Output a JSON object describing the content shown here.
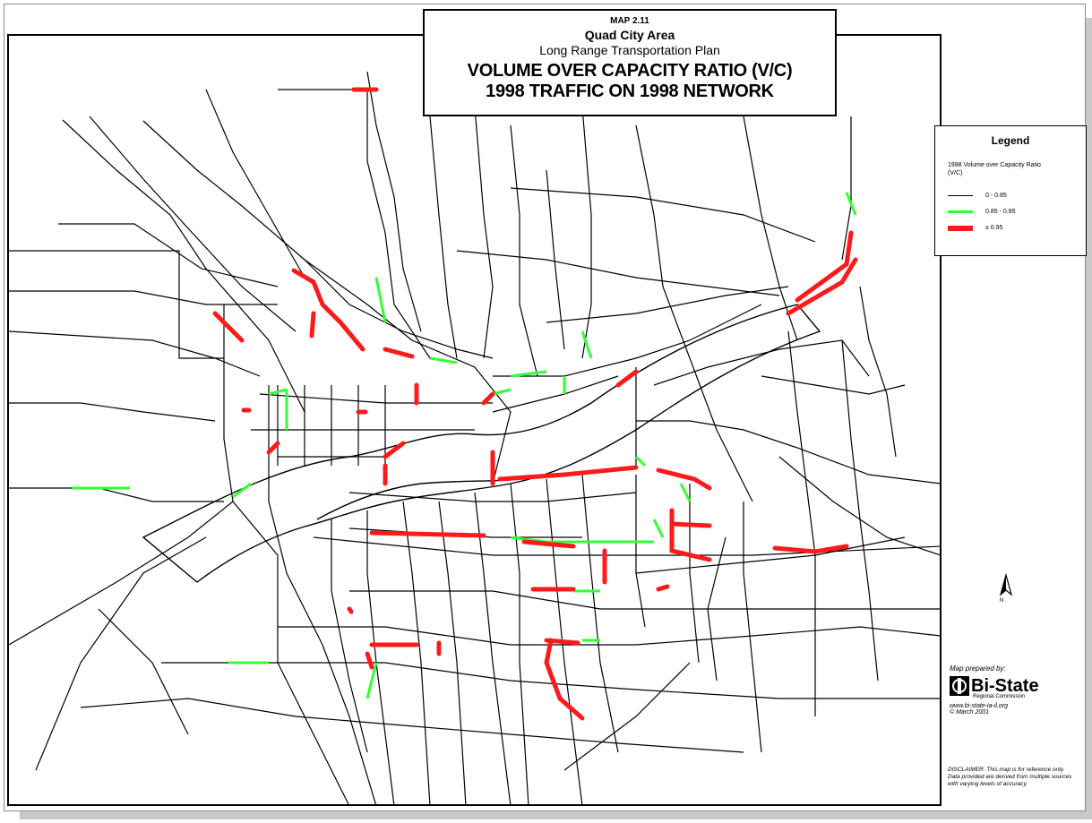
{
  "title": {
    "map_number": "MAP 2.11",
    "area": "Quad City Area",
    "plan": "Long Range Transportation Plan",
    "main": "VOLUME OVER CAPACITY RATIO (V/C)",
    "sub": "1998 TRAFFIC ON 1998 NETWORK"
  },
  "legend": {
    "title": "Legend",
    "description": "1998 Volume over Capacity Ratio (V/C)",
    "items": [
      {
        "label": "0 - 0.85",
        "color": "#000000",
        "weight": "thin"
      },
      {
        "label": "0.85 - 0.95",
        "color": "#33ff33",
        "weight": "medium"
      },
      {
        "label": "≥ 0.95",
        "color": "#ff1a1a",
        "weight": "thick"
      }
    ]
  },
  "north_arrow": {
    "icon": "north-arrow-icon",
    "label": "N"
  },
  "credits": {
    "prepared_by": "Map prepared by:",
    "org_name": "Bi-State",
    "org_sub": "Regional Commission",
    "url": "www.bi-state-ia-il.org",
    "date": "© March 2001"
  },
  "disclaimer": "DISCLAIMER: This map is for reference only. Data provided are derived from multiple sources with varying levels of accuracy.",
  "colors": {
    "congested": "#ff1a1a",
    "near_capacity": "#33ff33",
    "normal": "#000000",
    "river": "#ffffff"
  }
}
